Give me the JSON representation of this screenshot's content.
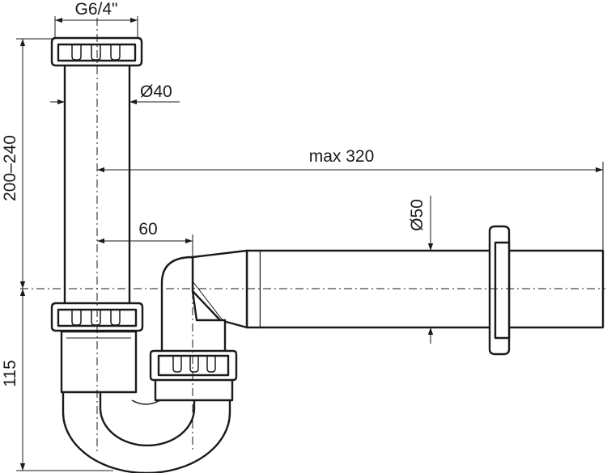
{
  "dimensions": {
    "thread": "G6/4\"",
    "inlet_diameter": "Ø40",
    "outlet_length": "max 320",
    "outlet_diameter": "Ø50",
    "offset": "60",
    "inlet_height": "200–240",
    "trap_height": "115"
  }
}
